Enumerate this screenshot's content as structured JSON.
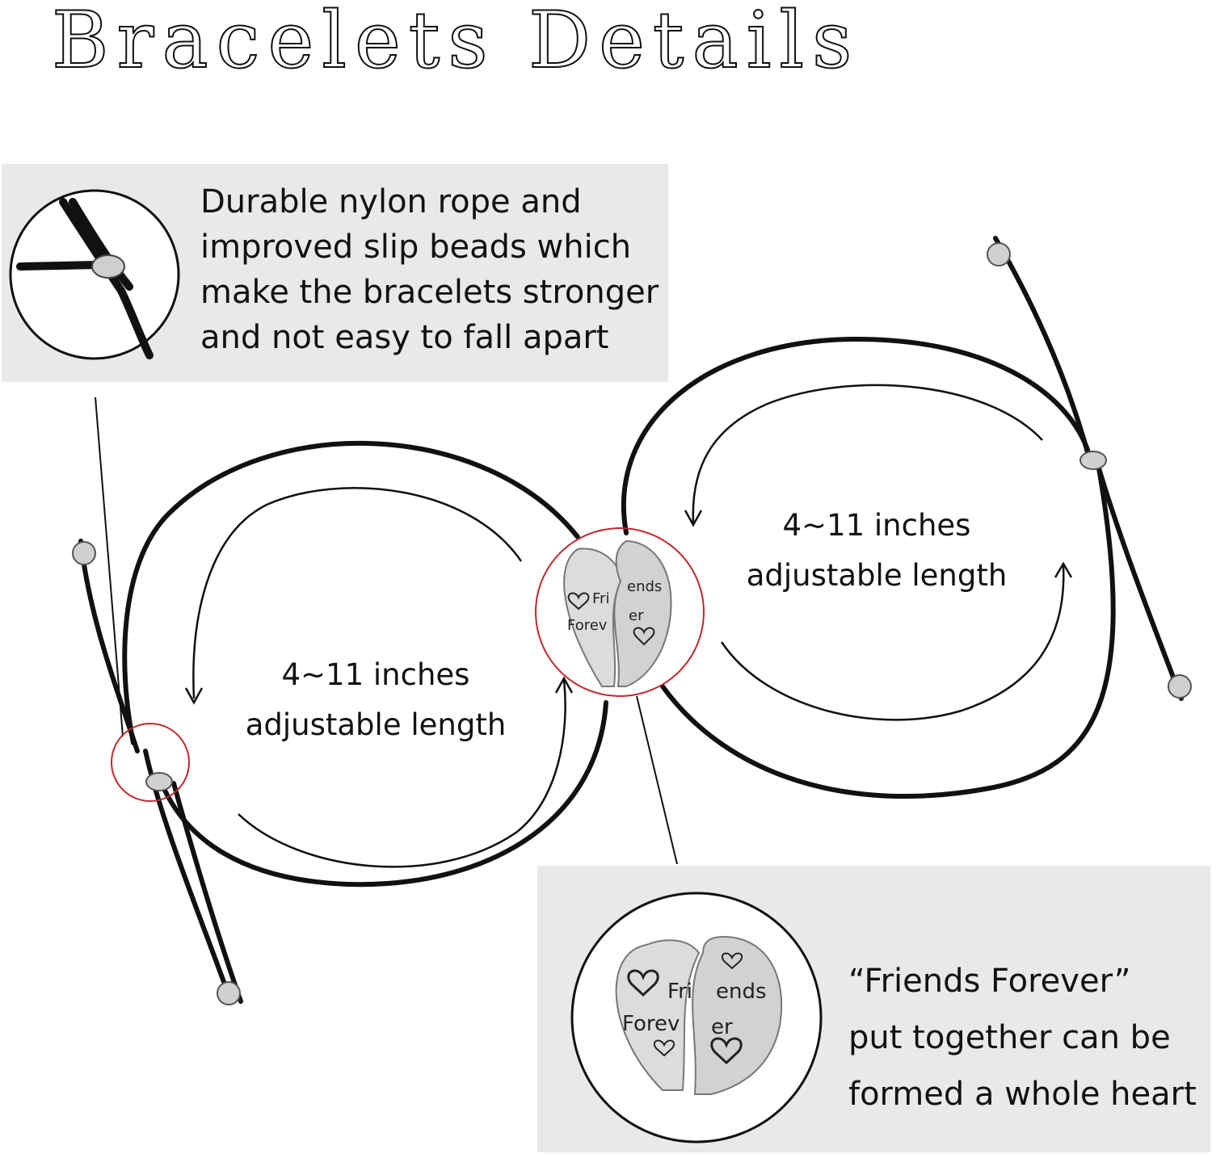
{
  "title": "Bracelets Details",
  "callout_top": {
    "lines": [
      "Durable nylon rope and",
      "improved slip beads which",
      "make the bracelets stronger",
      "and not easy to fall apart"
    ]
  },
  "callout_bottom": {
    "lines": [
      "“Friends Forever”",
      "put together can be",
      "formed a whole heart"
    ]
  },
  "length_left": {
    "lines": [
      "4~11 inches",
      "adjustable length"
    ]
  },
  "length_right": {
    "lines": [
      "4~11 inches",
      "adjustable length"
    ]
  },
  "pendant": {
    "left_text": [
      "Fri",
      "Forev"
    ],
    "right_text": [
      "ends",
      "er"
    ]
  },
  "colors": {
    "cord": "#111111",
    "highlight": "#c0282d",
    "panel": "#e9e9e9",
    "metal": "#d8d8d8"
  }
}
